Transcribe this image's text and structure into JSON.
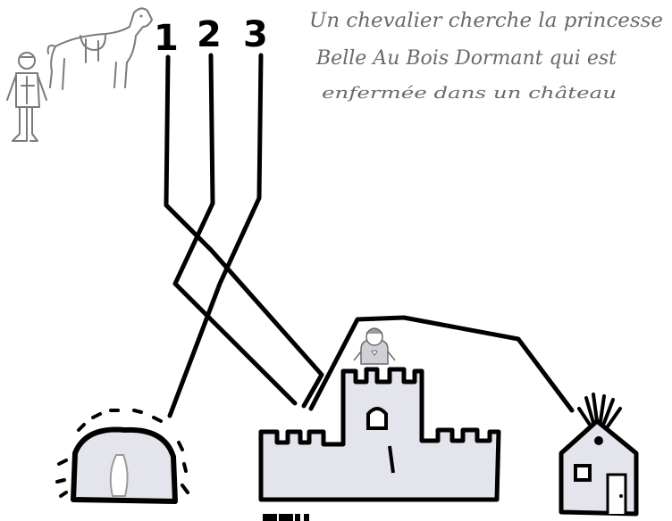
{
  "story": {
    "line1": "Un chevalier cherche la princesse",
    "line2": "Belle Au Bois Dormant qui est",
    "line3": "enfermée dans un château"
  },
  "path_numbers": [
    "1",
    "2",
    "3"
  ],
  "figures": {
    "knight": "knight-figure",
    "horse": "horse-figure",
    "princess": "princess-figure",
    "cave": "cave",
    "castle": "castle",
    "house": "house"
  },
  "colors": {
    "ink": "#000000",
    "pencil": "#7a7a7a",
    "fill_grey": "#e4e4ec"
  }
}
